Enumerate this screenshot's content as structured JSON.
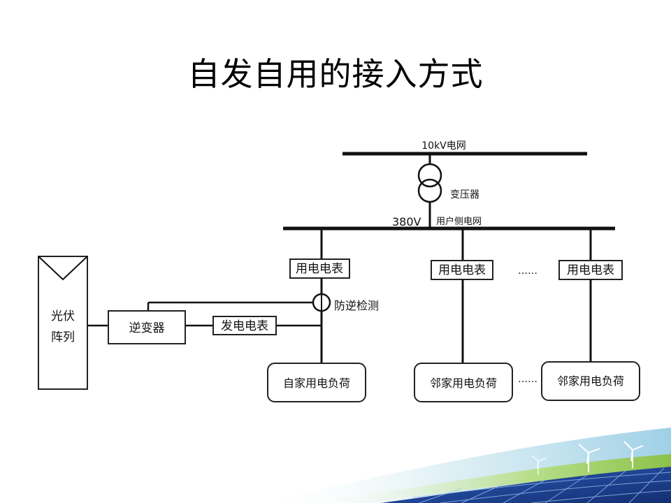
{
  "title": "自发自用的接入方式",
  "diagram": {
    "grid_label": "10kV电网",
    "transformer_label": "变压器",
    "voltage_label": "380V",
    "user_grid_label": "用户侧电网",
    "meters": [
      "用电电表",
      "用电电表",
      "用电电表"
    ],
    "meters_ellipsis": "……",
    "anti_reverse_label": "防逆检测",
    "inverter_label": "逆变器",
    "gen_meter_label": "发电电表",
    "pv_label_line1": "光伏",
    "pv_label_line2": "阵列",
    "loads": [
      "自家用电负荷",
      "邻家用电负荷",
      "邻家用电负荷"
    ],
    "loads_ellipsis": "……"
  },
  "colors": {
    "line": "#111111",
    "background": "#ffffff",
    "panel_blue": "#1c3f8f"
  }
}
